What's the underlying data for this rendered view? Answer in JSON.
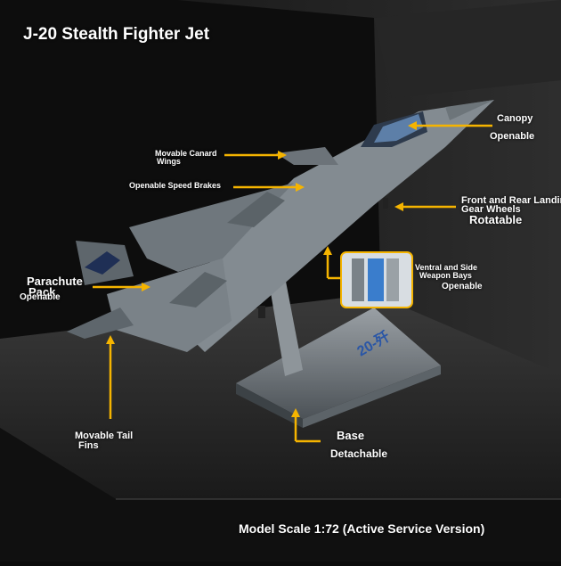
{
  "title": "J-20 Stealth Fighter Jet",
  "footer": "Model Scale 1:72 (Active Service Version)",
  "callouts": {
    "canopy": "Canopy",
    "canopy_sub": "Openable",
    "canard_1": "Movable Canard",
    "canard_2": "Wings",
    "speed_brakes": "Openable Speed Brakes",
    "gear_1": "Front and Rear Landing",
    "gear_2": "Gear Wheels",
    "gear_sub": "Rotatable",
    "bays_1": "Ventral and Side",
    "bays_2": "Weapon Bays",
    "bays_sub": "Openable",
    "chute_1": "Parachute",
    "chute_2": "Pack",
    "chute_sub": "Openable",
    "fins_1": "Movable Tail",
    "fins_2": "Fins",
    "base": "Base",
    "base_sub": "Detachable"
  },
  "colors": {
    "arrow": "#f5b400",
    "text": "#ffffff",
    "jet": "#7d858b",
    "jet_dark": "#5a6368"
  }
}
